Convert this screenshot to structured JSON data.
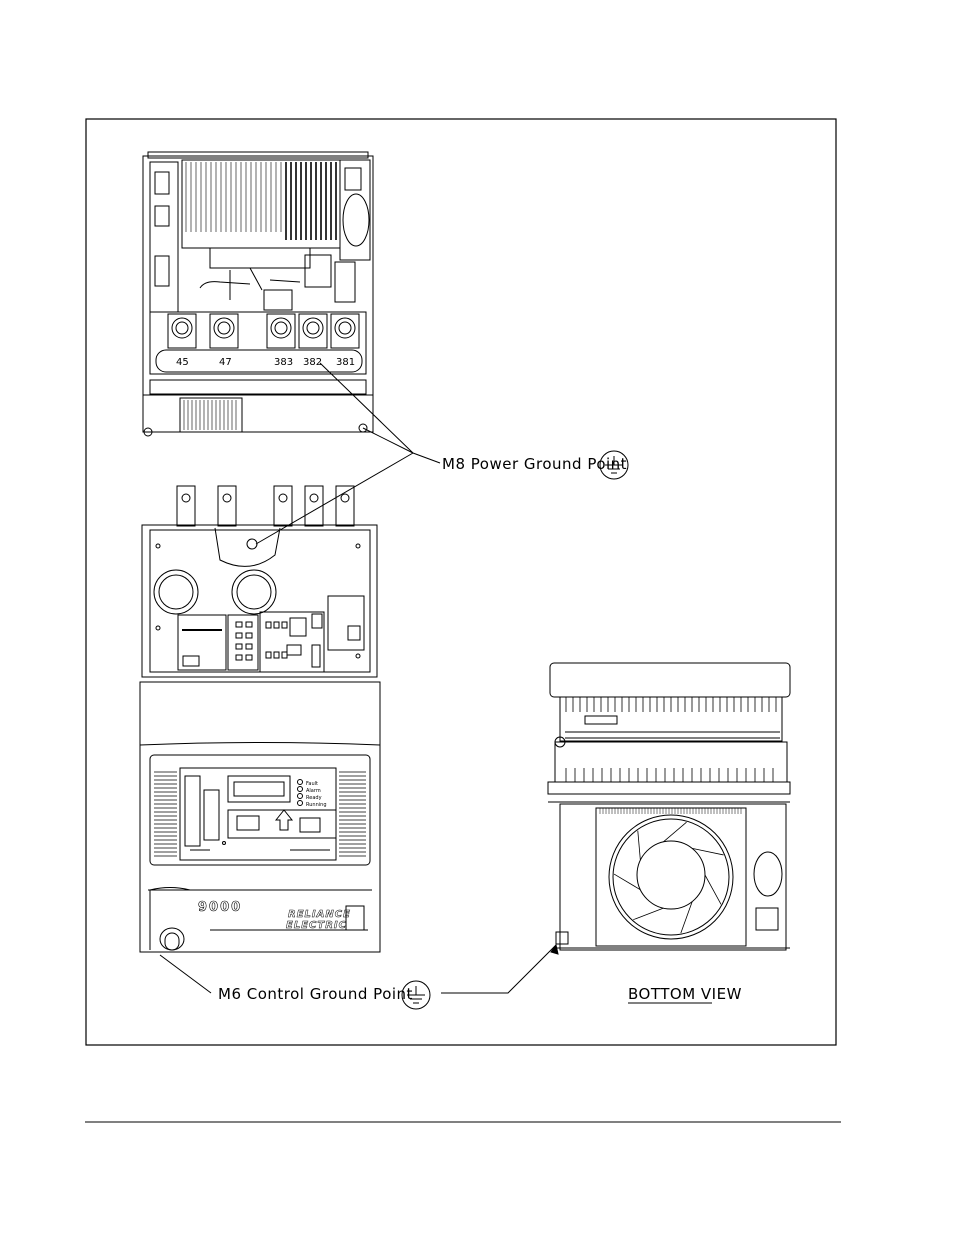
{
  "callouts": {
    "power_ground": "M8 Power Ground Point",
    "control_ground": "M6 Control Ground Point",
    "bottom_view": "BOTTOM VIEW"
  },
  "terminals": [
    "45",
    "47",
    "383",
    "382",
    "381"
  ],
  "keypad": {
    "leds": [
      "Fault",
      "Alarm",
      "Ready",
      "Running"
    ],
    "logo_number": "9000",
    "brand_line1": "RELIANCE",
    "brand_line2": "ELECTRIC"
  }
}
